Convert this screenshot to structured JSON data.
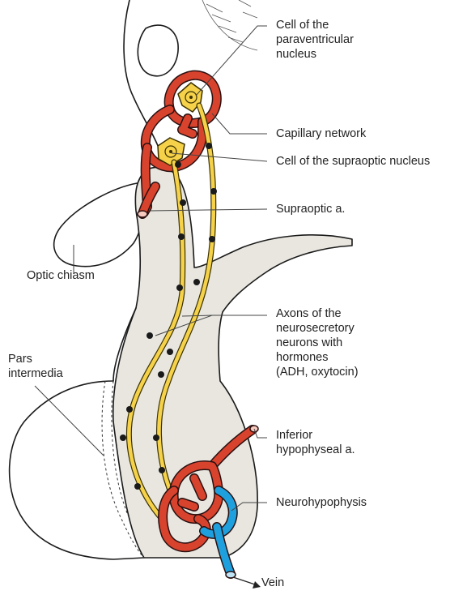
{
  "labels": {
    "paraventricular_cell": "Cell of the\nparaventricular\nnucleus",
    "capillary_network": "Capillary network",
    "supraoptic_cell": "Cell of the supraoptic nucleus",
    "supraoptic_artery": "Supraoptic a.",
    "optic_chiasm": "Optic chiasm",
    "axons": "Axons of the\nneurosecretory\nneurons with\nhormones\n(ADH, oxytocin)",
    "pars_intermedia": "Pars\nintermedia",
    "inferior_artery": "Inferior\nhypophyseal a.",
    "neurohypophysis": "Neurohypophysis",
    "vein": "Vein"
  },
  "colors": {
    "artery": "#d8432e",
    "vein": "#1fa0de",
    "axon": "#f5d24a",
    "tissue": "#e8e6df"
  }
}
